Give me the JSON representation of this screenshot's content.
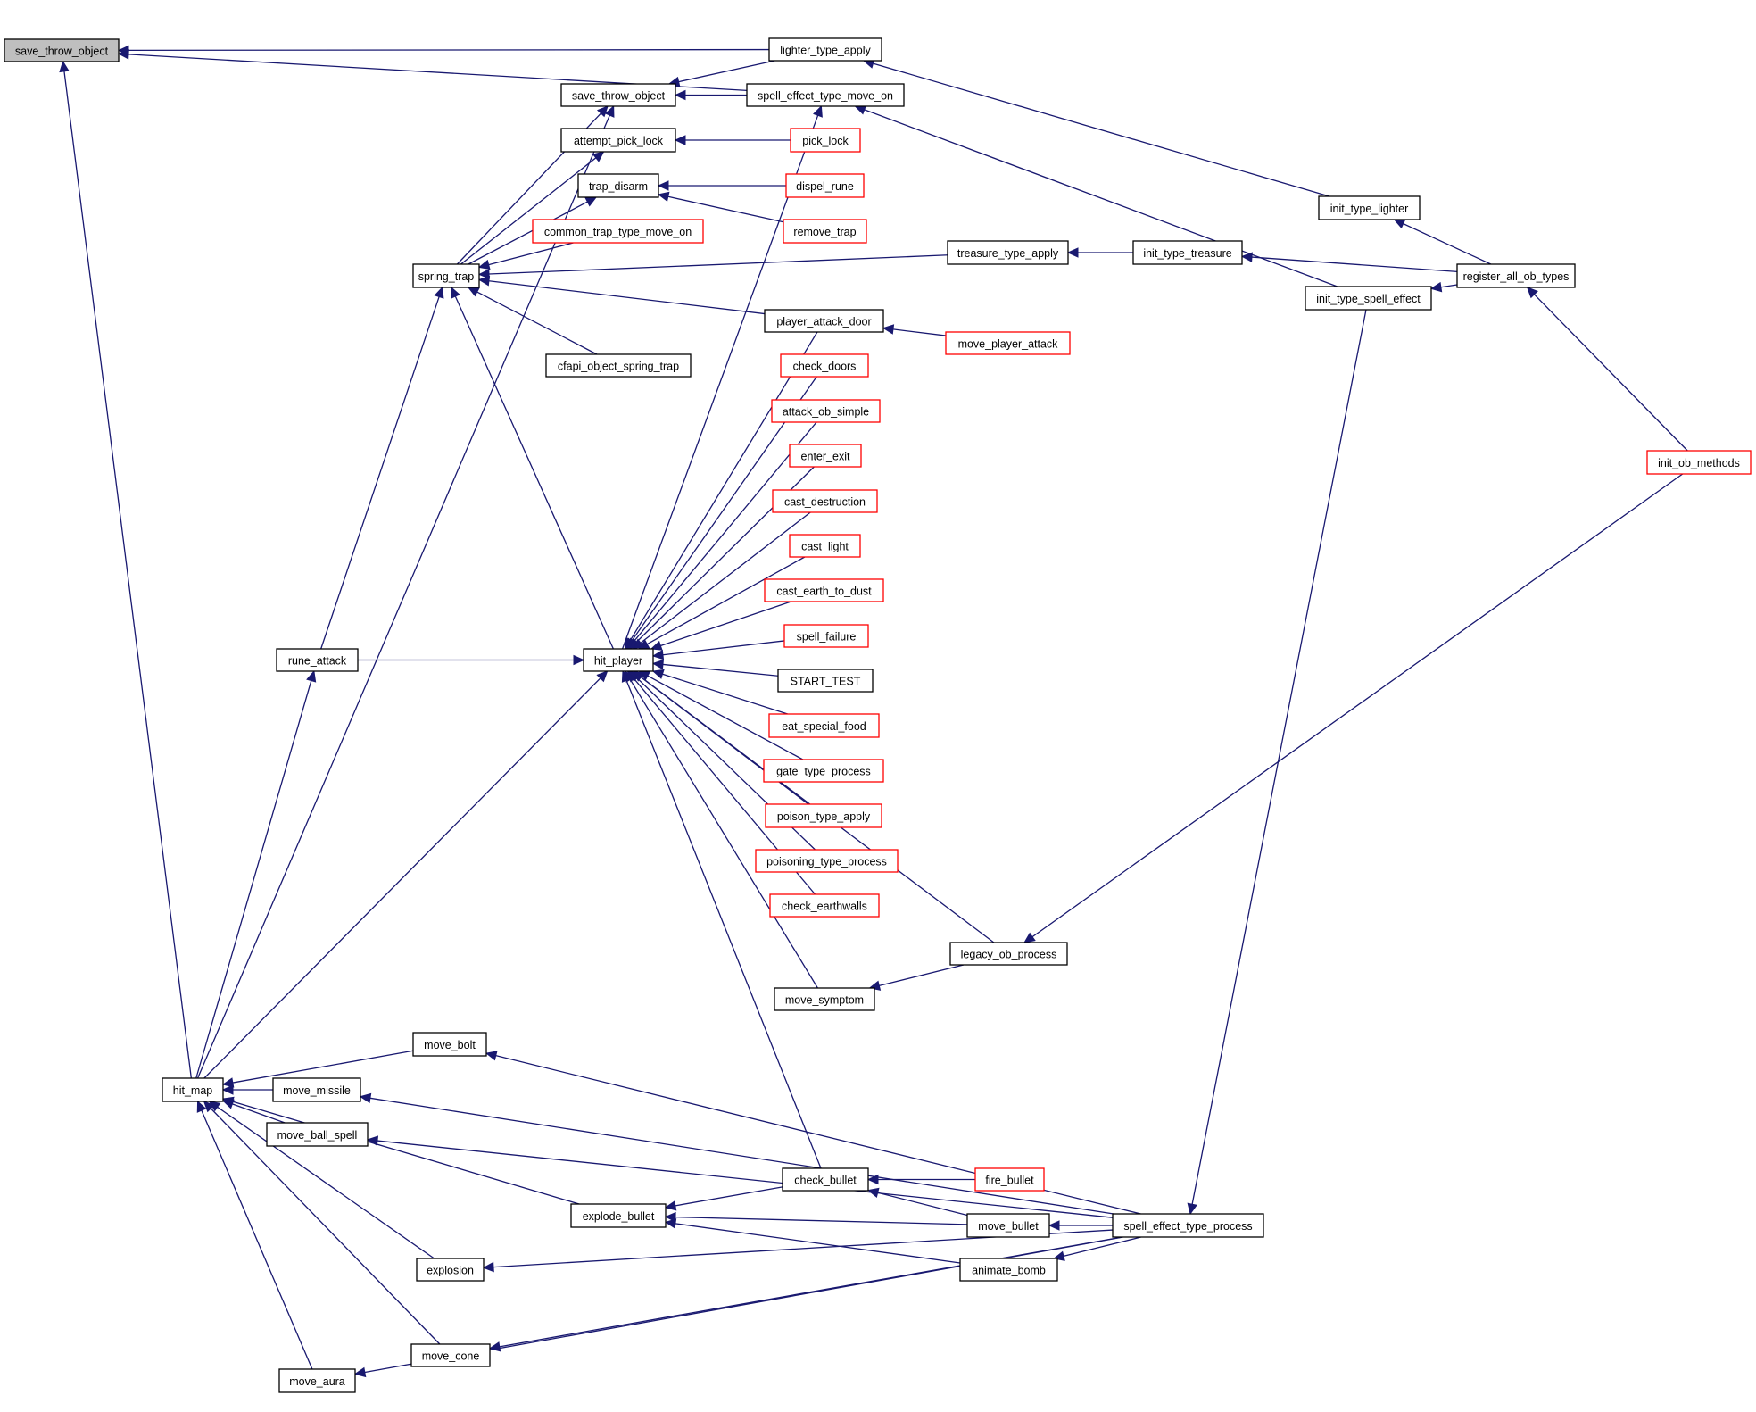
{
  "diagram": {
    "title": "Caller graph of save_throw_object",
    "colors": {
      "edge": "#191970",
      "root_fill": "#bfbfbf",
      "node_border": "#000000",
      "truncated_border": "#ff0000"
    },
    "nodes": [
      {
        "id": "save_throw_object_root",
        "label": "save_throw_object",
        "style": "root"
      },
      {
        "id": "lighter_type_apply",
        "label": "lighter_type_apply",
        "style": "normal"
      },
      {
        "id": "save_throw_object",
        "label": "save_throw_object",
        "style": "normal"
      },
      {
        "id": "spell_effect_type_move_on",
        "label": "spell_effect_type_move_on",
        "style": "normal"
      },
      {
        "id": "attempt_pick_lock",
        "label": "attempt_pick_lock",
        "style": "normal"
      },
      {
        "id": "pick_lock",
        "label": "pick_lock",
        "style": "red"
      },
      {
        "id": "trap_disarm",
        "label": "trap_disarm",
        "style": "normal"
      },
      {
        "id": "dispel_rune",
        "label": "dispel_rune",
        "style": "red"
      },
      {
        "id": "remove_trap",
        "label": "remove_trap",
        "style": "red"
      },
      {
        "id": "common_trap_type_move_on",
        "label": "common_trap_type_move_on",
        "style": "red"
      },
      {
        "id": "spring_trap",
        "label": "spring_trap",
        "style": "normal"
      },
      {
        "id": "treasure_type_apply",
        "label": "treasure_type_apply",
        "style": "normal"
      },
      {
        "id": "init_type_treasure",
        "label": "init_type_treasure",
        "style": "normal"
      },
      {
        "id": "init_type_lighter",
        "label": "init_type_lighter",
        "style": "normal"
      },
      {
        "id": "register_all_ob_types",
        "label": "register_all_ob_types",
        "style": "normal"
      },
      {
        "id": "init_type_spell_effect",
        "label": "init_type_spell_effect",
        "style": "normal"
      },
      {
        "id": "player_attack_door",
        "label": "player_attack_door",
        "style": "normal"
      },
      {
        "id": "move_player_attack",
        "label": "move_player_attack",
        "style": "red"
      },
      {
        "id": "cfapi_object_spring_trap",
        "label": "cfapi_object_spring_trap",
        "style": "normal"
      },
      {
        "id": "check_doors",
        "label": "check_doors",
        "style": "red"
      },
      {
        "id": "attack_ob_simple",
        "label": "attack_ob_simple",
        "style": "red"
      },
      {
        "id": "enter_exit",
        "label": "enter_exit",
        "style": "red"
      },
      {
        "id": "cast_destruction",
        "label": "cast_destruction",
        "style": "red"
      },
      {
        "id": "cast_light",
        "label": "cast_light",
        "style": "red"
      },
      {
        "id": "cast_earth_to_dust",
        "label": "cast_earth_to_dust",
        "style": "red"
      },
      {
        "id": "spell_failure",
        "label": "spell_failure",
        "style": "red"
      },
      {
        "id": "START_TEST",
        "label": "START_TEST",
        "style": "normal"
      },
      {
        "id": "eat_special_food",
        "label": "eat_special_food",
        "style": "red"
      },
      {
        "id": "gate_type_process",
        "label": "gate_type_process",
        "style": "red"
      },
      {
        "id": "poison_type_apply",
        "label": "poison_type_apply",
        "style": "red"
      },
      {
        "id": "poisoning_type_process",
        "label": "poisoning_type_process",
        "style": "red"
      },
      {
        "id": "check_earthwalls",
        "label": "check_earthwalls",
        "style": "red"
      },
      {
        "id": "legacy_ob_process",
        "label": "legacy_ob_process",
        "style": "normal"
      },
      {
        "id": "move_symptom",
        "label": "move_symptom",
        "style": "normal"
      },
      {
        "id": "hit_player",
        "label": "hit_player",
        "style": "normal"
      },
      {
        "id": "rune_attack",
        "label": "rune_attack",
        "style": "normal"
      },
      {
        "id": "init_ob_methods",
        "label": "init_ob_methods",
        "style": "red"
      },
      {
        "id": "hit_map",
        "label": "hit_map",
        "style": "normal"
      },
      {
        "id": "move_bolt",
        "label": "move_bolt",
        "style": "normal"
      },
      {
        "id": "move_missile",
        "label": "move_missile",
        "style": "normal"
      },
      {
        "id": "move_ball_spell",
        "label": "move_ball_spell",
        "style": "normal"
      },
      {
        "id": "check_bullet",
        "label": "check_bullet",
        "style": "normal"
      },
      {
        "id": "fire_bullet",
        "label": "fire_bullet",
        "style": "red"
      },
      {
        "id": "explode_bullet",
        "label": "explode_bullet",
        "style": "normal"
      },
      {
        "id": "move_bullet",
        "label": "move_bullet",
        "style": "normal"
      },
      {
        "id": "spell_effect_type_process",
        "label": "spell_effect_type_process",
        "style": "normal"
      },
      {
        "id": "animate_bomb",
        "label": "animate_bomb",
        "style": "normal"
      },
      {
        "id": "explosion",
        "label": "explosion",
        "style": "normal"
      },
      {
        "id": "move_cone",
        "label": "move_cone",
        "style": "normal"
      },
      {
        "id": "move_aura",
        "label": "move_aura",
        "style": "normal"
      }
    ],
    "edges": [
      {
        "from": "lighter_type_apply",
        "to": "save_throw_object_root"
      },
      {
        "from": "spell_effect_type_move_on",
        "to": "save_throw_object_root"
      },
      {
        "from": "hit_map",
        "to": "save_throw_object_root"
      },
      {
        "from": "lighter_type_apply",
        "to": "save_throw_object"
      },
      {
        "from": "spell_effect_type_move_on",
        "to": "save_throw_object"
      },
      {
        "from": "init_type_lighter",
        "to": "lighter_type_apply"
      },
      {
        "from": "init_type_spell_effect",
        "to": "spell_effect_type_move_on"
      },
      {
        "from": "hit_player",
        "to": "spell_effect_type_move_on"
      },
      {
        "from": "pick_lock",
        "to": "attempt_pick_lock"
      },
      {
        "from": "dispel_rune",
        "to": "trap_disarm"
      },
      {
        "from": "remove_trap",
        "to": "trap_disarm"
      },
      {
        "from": "spring_trap",
        "to": "save_throw_object"
      },
      {
        "from": "spring_trap",
        "to": "attempt_pick_lock"
      },
      {
        "from": "spring_trap",
        "to": "trap_disarm"
      },
      {
        "from": "common_trap_type_move_on",
        "to": "spring_trap"
      },
      {
        "from": "treasure_type_apply",
        "to": "spring_trap"
      },
      {
        "from": "player_attack_door",
        "to": "spring_trap"
      },
      {
        "from": "cfapi_object_spring_trap",
        "to": "spring_trap"
      },
      {
        "from": "hit_player",
        "to": "spring_trap"
      },
      {
        "from": "rune_attack",
        "to": "spring_trap"
      },
      {
        "from": "hit_map",
        "to": "save_throw_object"
      },
      {
        "from": "init_type_treasure",
        "to": "treasure_type_apply"
      },
      {
        "from": "register_all_ob_types",
        "to": "init_type_treasure"
      },
      {
        "from": "register_all_ob_types",
        "to": "init_type_lighter"
      },
      {
        "from": "register_all_ob_types",
        "to": "init_type_spell_effect"
      },
      {
        "from": "init_ob_methods",
        "to": "register_all_ob_types"
      },
      {
        "from": "move_player_attack",
        "to": "player_attack_door"
      },
      {
        "from": "player_attack_door",
        "to": "hit_player"
      },
      {
        "from": "check_doors",
        "to": "hit_player"
      },
      {
        "from": "attack_ob_simple",
        "to": "hit_player"
      },
      {
        "from": "enter_exit",
        "to": "hit_player"
      },
      {
        "from": "cast_destruction",
        "to": "hit_player"
      },
      {
        "from": "cast_light",
        "to": "hit_player"
      },
      {
        "from": "cast_earth_to_dust",
        "to": "hit_player"
      },
      {
        "from": "spell_failure",
        "to": "hit_player"
      },
      {
        "from": "START_TEST",
        "to": "hit_player"
      },
      {
        "from": "eat_special_food",
        "to": "hit_player"
      },
      {
        "from": "gate_type_process",
        "to": "hit_player"
      },
      {
        "from": "poison_type_apply",
        "to": "hit_player"
      },
      {
        "from": "poisoning_type_process",
        "to": "hit_player"
      },
      {
        "from": "check_earthwalls",
        "to": "hit_player"
      },
      {
        "from": "legacy_ob_process",
        "to": "hit_player"
      },
      {
        "from": "move_symptom",
        "to": "hit_player"
      },
      {
        "from": "check_bullet",
        "to": "hit_player"
      },
      {
        "from": "rune_attack",
        "to": "hit_player"
      },
      {
        "from": "hit_map",
        "to": "hit_player"
      },
      {
        "from": "hit_map",
        "to": "rune_attack"
      },
      {
        "from": "legacy_ob_process",
        "to": "move_symptom"
      },
      {
        "from": "init_ob_methods",
        "to": "legacy_ob_process"
      },
      {
        "from": "move_bolt",
        "to": "hit_map"
      },
      {
        "from": "move_missile",
        "to": "hit_map"
      },
      {
        "from": "move_ball_spell",
        "to": "hit_map"
      },
      {
        "from": "explode_bullet",
        "to": "hit_map"
      },
      {
        "from": "explosion",
        "to": "hit_map"
      },
      {
        "from": "move_cone",
        "to": "hit_map"
      },
      {
        "from": "move_aura",
        "to": "hit_map"
      },
      {
        "from": "spell_effect_type_process",
        "to": "move_bolt"
      },
      {
        "from": "spell_effect_type_process",
        "to": "move_missile"
      },
      {
        "from": "spell_effect_type_process",
        "to": "move_ball_spell"
      },
      {
        "from": "fire_bullet",
        "to": "check_bullet"
      },
      {
        "from": "move_bullet",
        "to": "check_bullet"
      },
      {
        "from": "check_bullet",
        "to": "explode_bullet"
      },
      {
        "from": "move_bullet",
        "to": "explode_bullet"
      },
      {
        "from": "animate_bomb",
        "to": "explode_bullet"
      },
      {
        "from": "spell_effect_type_process",
        "to": "move_bullet"
      },
      {
        "from": "spell_effect_type_process",
        "to": "animate_bomb"
      },
      {
        "from": "init_type_spell_effect",
        "to": "spell_effect_type_process"
      },
      {
        "from": "spell_effect_type_process",
        "to": "explosion"
      },
      {
        "from": "spell_effect_type_process",
        "to": "move_cone"
      },
      {
        "from": "spell_effect_type_process",
        "to": "move_aura"
      }
    ]
  }
}
